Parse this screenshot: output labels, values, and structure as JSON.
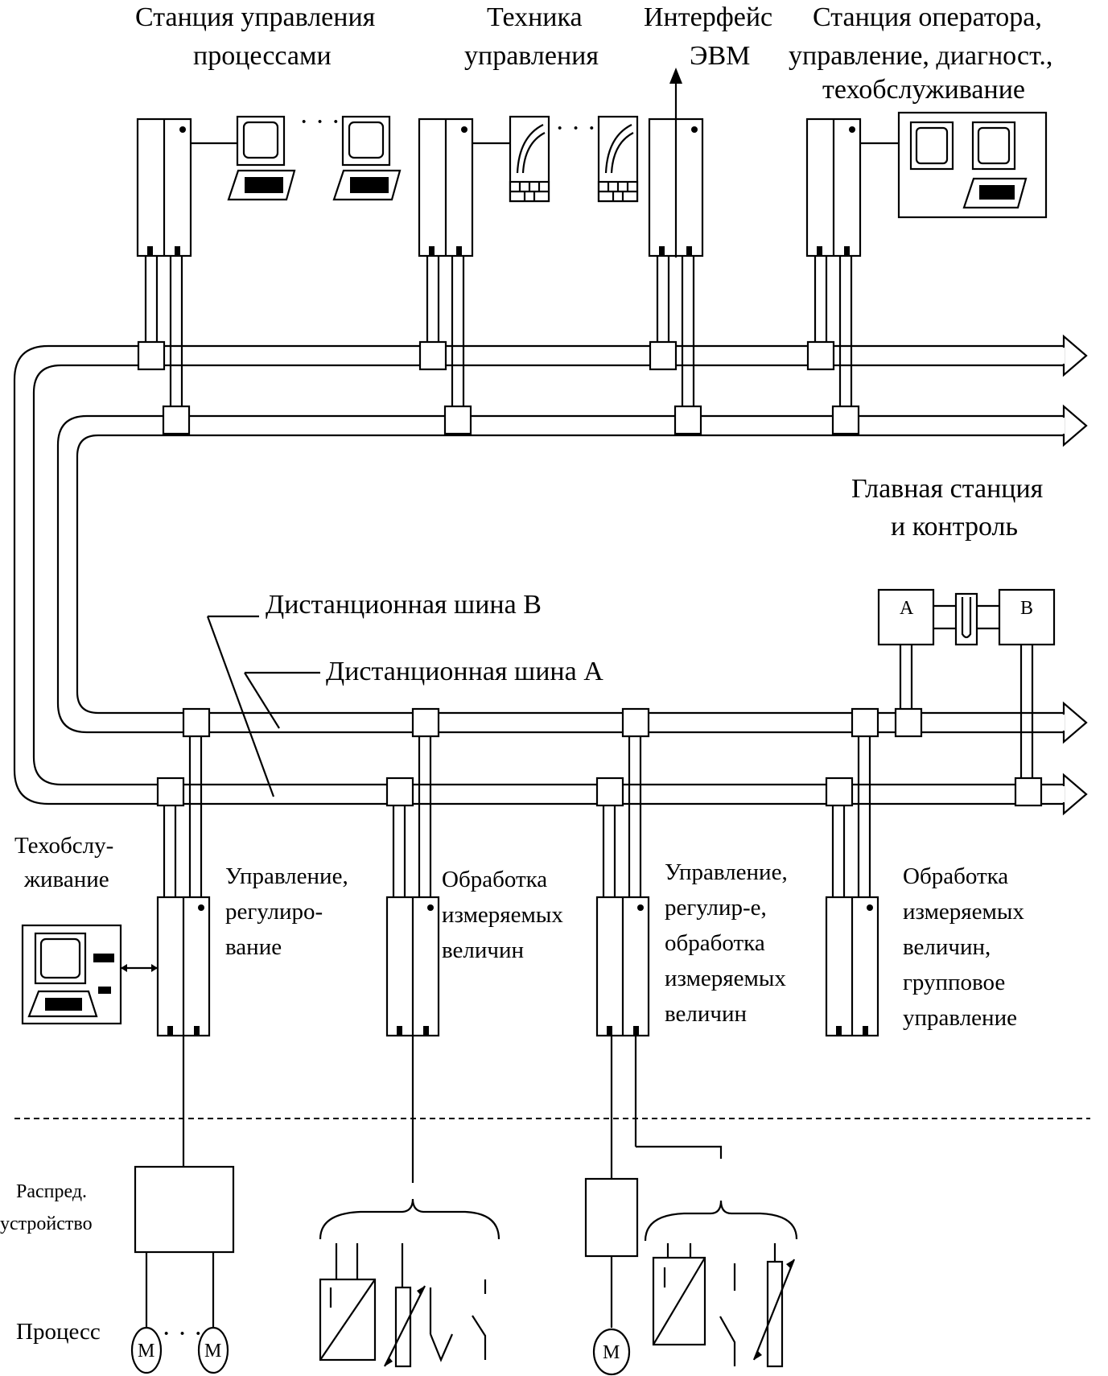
{
  "top_labels": {
    "process_station_1": "Станция управления",
    "process_station_2": "процессами",
    "control_tech_1": "Техника",
    "control_tech_2": "управления",
    "computer_interface_1": "Интерфейс",
    "computer_interface_2": "ЭВМ",
    "operator_station_1": "Станция оператора,",
    "operator_station_2": "управление, диагност.,",
    "operator_station_3": "техобслуживание"
  },
  "main_station": {
    "line1": "Главная станция",
    "line2": "и контроль",
    "box_a": "A",
    "box_b": "B"
  },
  "bus_labels": {
    "bus_b": "Дистанционная шина B",
    "bus_a": "Дистанционная шина A"
  },
  "lower_labels": {
    "maintenance_1": "Техобслу-",
    "maintenance_2": "живание",
    "control_1": "Управление,",
    "control_2": "регулиро-",
    "control_3": "вание",
    "measure_1": "Обработка",
    "measure_2": "измеряемых",
    "measure_3": "величин",
    "control_measure_1": "Управление,",
    "control_measure_2": "регулир-е,",
    "control_measure_3": "обработка",
    "control_measure_4": "измеряемых",
    "control_measure_5": "величин",
    "group_1": "Обработка",
    "group_2": "измеряемых",
    "group_3": "величин,",
    "group_4": "групповое",
    "group_5": "управление"
  },
  "field_labels": {
    "distributor_1": "Распред.",
    "distributor_2": "устройство",
    "process": "Процесс",
    "motor": "M",
    "ellipsis": "· · ·"
  }
}
